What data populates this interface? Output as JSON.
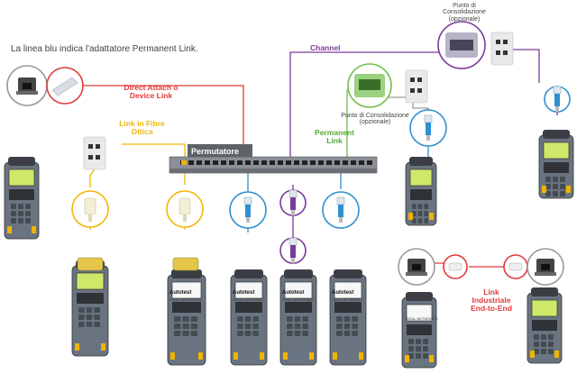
{
  "note": "La linea blu indica l'adattatore Permanent Link.",
  "labels": {
    "channel": "Channel",
    "direct_attach_line1": "Direct Attach o",
    "direct_attach_line2": "Device Link",
    "fibre_line1": "Link in Fibre",
    "fibre_line2": "Ottica",
    "patch_panel": "Permutatore",
    "permanent_line1": "Permanent",
    "permanent_line2": "Link",
    "consolidation_top_line1": "Punto di",
    "consolidation_top_line2": "Consolidazione",
    "consolidation_top_line3": "(opzionale)",
    "consolidation_mid_line1": "Punto di Consolidazione",
    "consolidation_mid_line2": "(opzionale)",
    "industrial_line1": "Link",
    "industrial_line2": "Industriale",
    "industrial_line3": "End-to-End",
    "tester_screen": "Autotest",
    "tester_brand": "IDEAL NETWORKS"
  },
  "colors": {
    "blue": "#2f8fd1",
    "red": "#e23b3b",
    "yellow": "#f2b705",
    "green": "#6fbf4a",
    "purple": "#7a3a9a",
    "gray": "#9a9a9a",
    "panel": "#5f6368",
    "tester_body": "#6a7480",
    "tester_top": "#3b3f45",
    "tester_accent": "#f0b400"
  },
  "icons": [
    "rj45-socket-icon",
    "fibre-connector-icon",
    "rj45-plug-icon",
    "patch-panel-icon",
    "wall-plate-icon",
    "handheld-tester-icon"
  ]
}
